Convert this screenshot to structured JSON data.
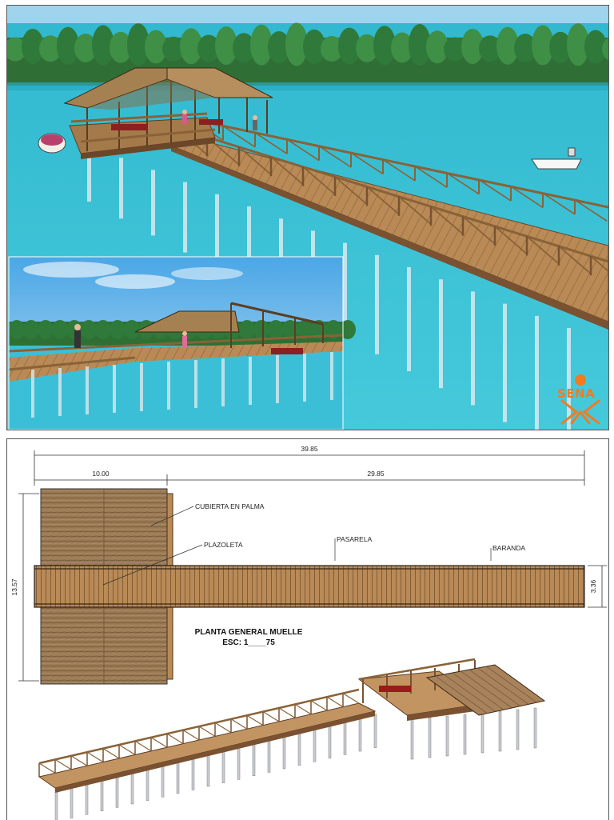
{
  "logo": {
    "text": "SENA",
    "color": "#f47a20"
  },
  "plan": {
    "dims": {
      "total": "39.85",
      "left": "10.00",
      "right": "29.85",
      "height": "13.57",
      "width_walkway": "3.36"
    },
    "labels": {
      "cubierta": "CUBIERTA EN PALMA",
      "plazoleta": "PLAZOLETA",
      "pasarela": "PASARELA",
      "baranda": "BARANDA"
    },
    "title": "PLANTA GENERAL MUELLE",
    "scale": "ESC: 1____75"
  },
  "colors": {
    "water": "#3cc4d8",
    "wood": "#b98a55",
    "wood_dark": "#7a5232",
    "thatch": "#9a7b55",
    "tree": "#2f7a3a",
    "sky": "#6fb9e8"
  }
}
